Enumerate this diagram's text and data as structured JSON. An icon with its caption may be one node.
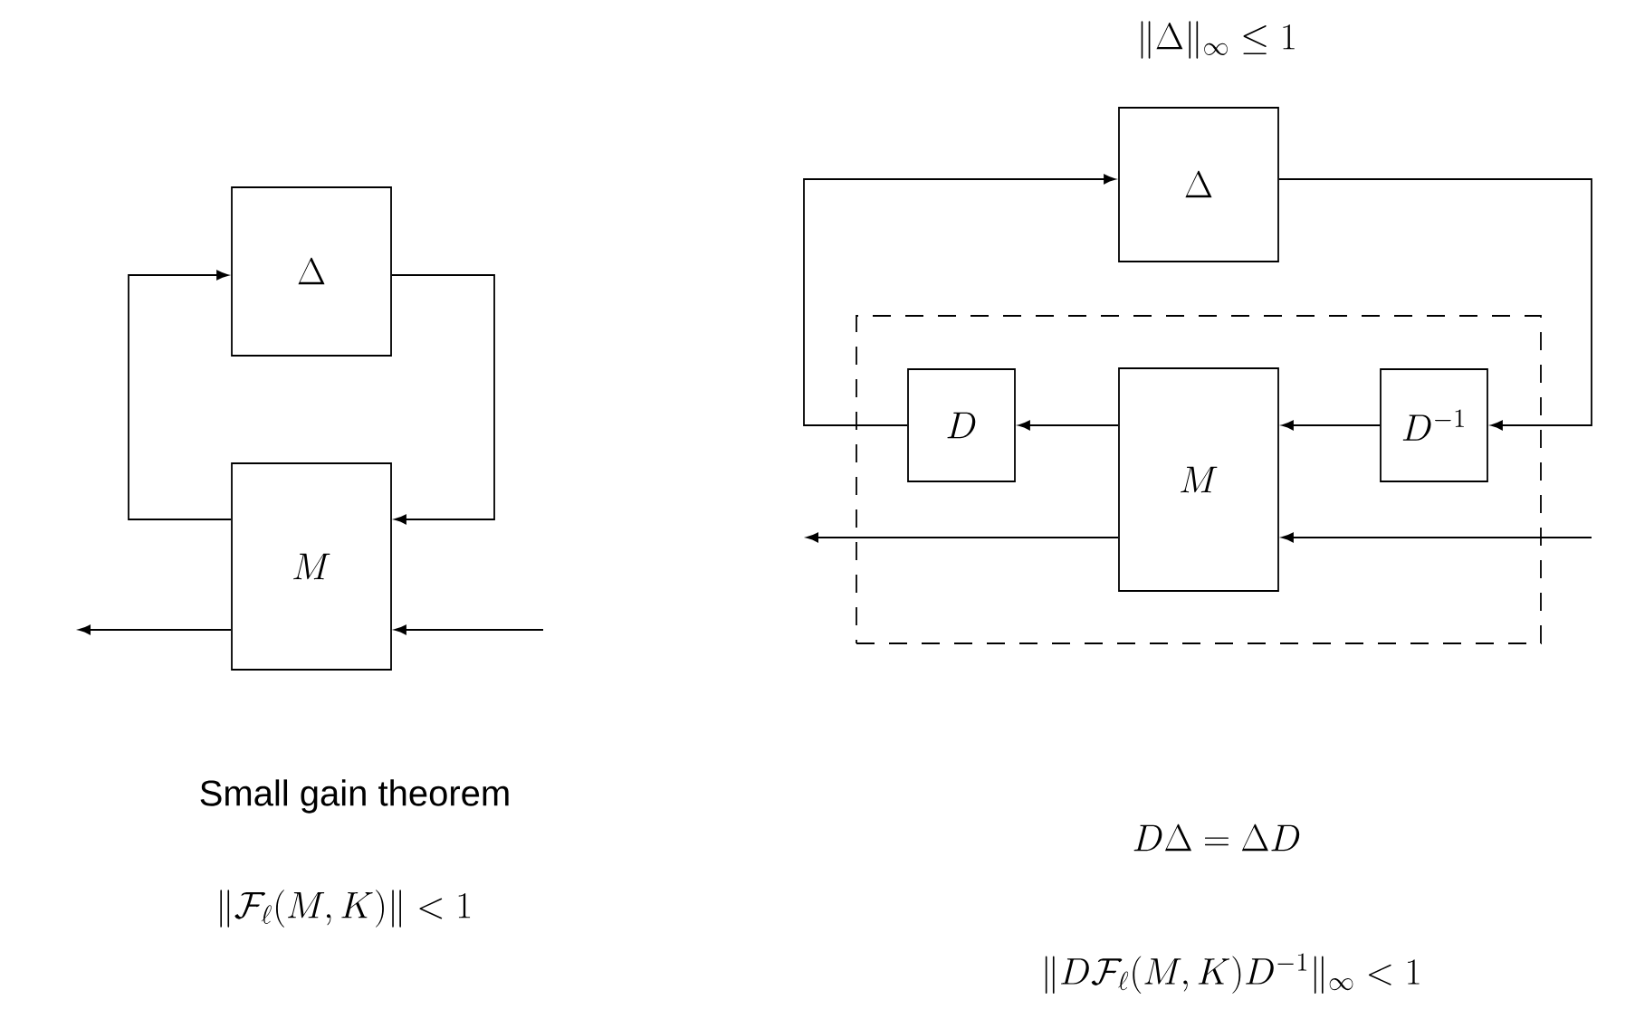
{
  "diagram": {
    "nodes": [
      {
        "text": [
          "\\Delta"
        ]
      },
      {
        "text": [
          "M"
        ]
      },
      {
        "text": [
          "\\Delta"
        ]
      },
      {
        "text": [],
        "shape": "box"
      },
      {
        "text": [
          "D"
        ],
        "in": 3
      },
      {
        "text": [
          "M"
        ],
        "in": 3
      },
      {
        "text": [
          "D^{-1}"
        ],
        "in": 3
      }
    ],
    "edges": [
      {
        "from": 1,
        "to": 0,
        "arrow": "to"
      },
      {
        "from": 0,
        "to": 1,
        "arrow": "to"
      },
      {
        "from": 1,
        "to": null,
        "arrow": "to"
      },
      {
        "from": null,
        "to": 1,
        "arrow": "to"
      },
      {
        "from": 4,
        "to": 2,
        "arrow": "to"
      },
      {
        "from": 2,
        "to": 6,
        "arrow": "to"
      },
      {
        "from": 6,
        "to": 5,
        "arrow": "to"
      },
      {
        "from": 5,
        "to": 4,
        "arrow": "to"
      },
      {
        "from": 5,
        "to": null,
        "arrow": "to"
      },
      {
        "from": null,
        "to": 5,
        "arrow": "to"
      }
    ],
    "labels": [
      "\\|\\Delta\\|_\\infty \\leq 1",
      "Small gain theorem",
      "\\|\\mathcal{F}_\\ell(M,K)\\| < 1",
      "D\\Delta = \\Delta D",
      "\\|D\\mathcal{F}_\\ell(M,K)D^{-1}\\|_\\infty < 1"
    ]
  }
}
